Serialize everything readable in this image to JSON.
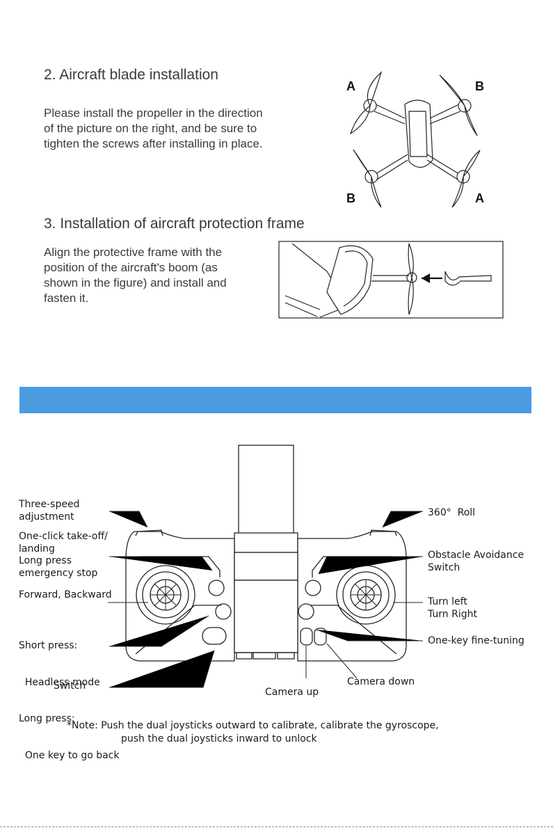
{
  "section2": {
    "title": "2. Aircraft blade installation",
    "lines": [
      "Please install the propeller in the direction",
      "of the picture on the right, and be sure to",
      "tighten the screws after installing in place."
    ],
    "labels": {
      "top_left": "A",
      "top_right": "B",
      "bottom_left": "B",
      "bottom_right": "A"
    }
  },
  "section3": {
    "title": "3. Installation of aircraft protection frame",
    "lines": [
      "Align the protective frame with the",
      "position of the aircraft's boom (as",
      "shown in the figure) and install and",
      "fasten it."
    ]
  },
  "remote": {
    "left_labels": {
      "three_speed": [
        "Three-speed",
        "adjustment"
      ],
      "takeoff": [
        "One-click take-off/",
        "landing",
        "Long press",
        "emergency stop"
      ],
      "forward": "Forward, Backward",
      "short_press": [
        "Short press:",
        "  Headless mode",
        "Long press:",
        "  One key to go back"
      ],
      "switch": "Switch"
    },
    "right_labels": {
      "roll": "360°  Roll",
      "obstacle": [
        "Obstacle Avoidance",
        "Switch"
      ],
      "turn": [
        "Turn left",
        "Turn Right"
      ],
      "fine_tuning": "One-key fine-tuning",
      "camera_down": "Camera down",
      "camera_up": "Camera up"
    }
  },
  "note": {
    "line1": "*Note: Push the dual joysticks outward to calibrate, calibrate the gyroscope,",
    "line2": "push the dual joysticks inward to unlock"
  },
  "colors": {
    "band": "#4a9be0",
    "ink": "#1a1a1a"
  }
}
